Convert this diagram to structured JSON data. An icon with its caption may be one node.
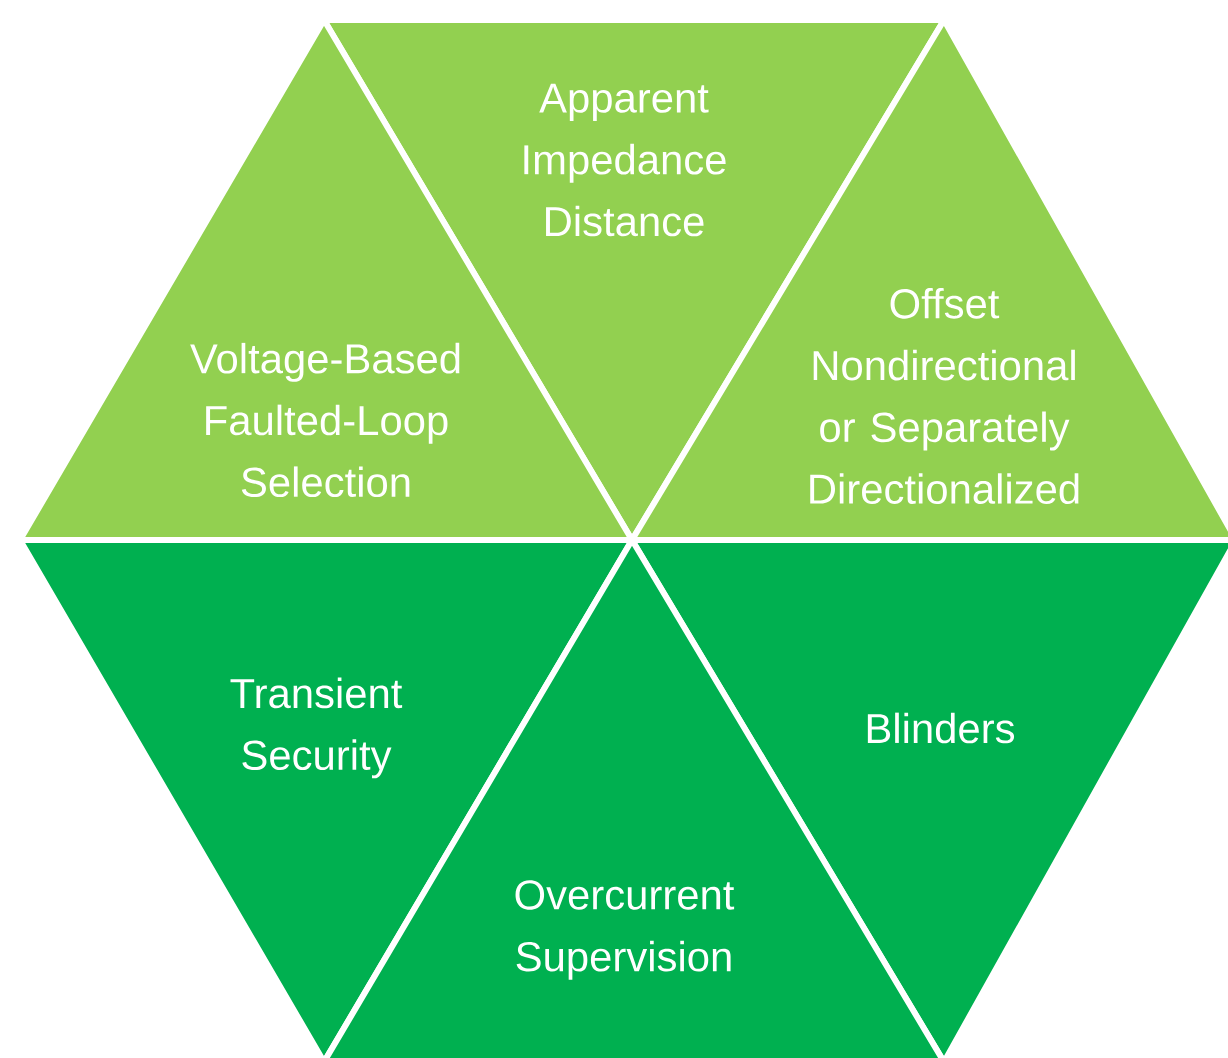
{
  "diagram": {
    "nodes": [
      {
        "text": [
          "Apparent Impedance Distance"
        ]
      },
      {
        "text": [
          "Offset Nondirectional or Separately Directionalized"
        ]
      },
      {
        "text": [
          "Voltage-Based Faulted-Loop Selection"
        ]
      },
      {
        "text": [
          "Transient Security"
        ]
      },
      {
        "text": [
          "Blinders"
        ]
      },
      {
        "text": [
          "Overcurrent Supervision"
        ]
      }
    ]
  }
}
